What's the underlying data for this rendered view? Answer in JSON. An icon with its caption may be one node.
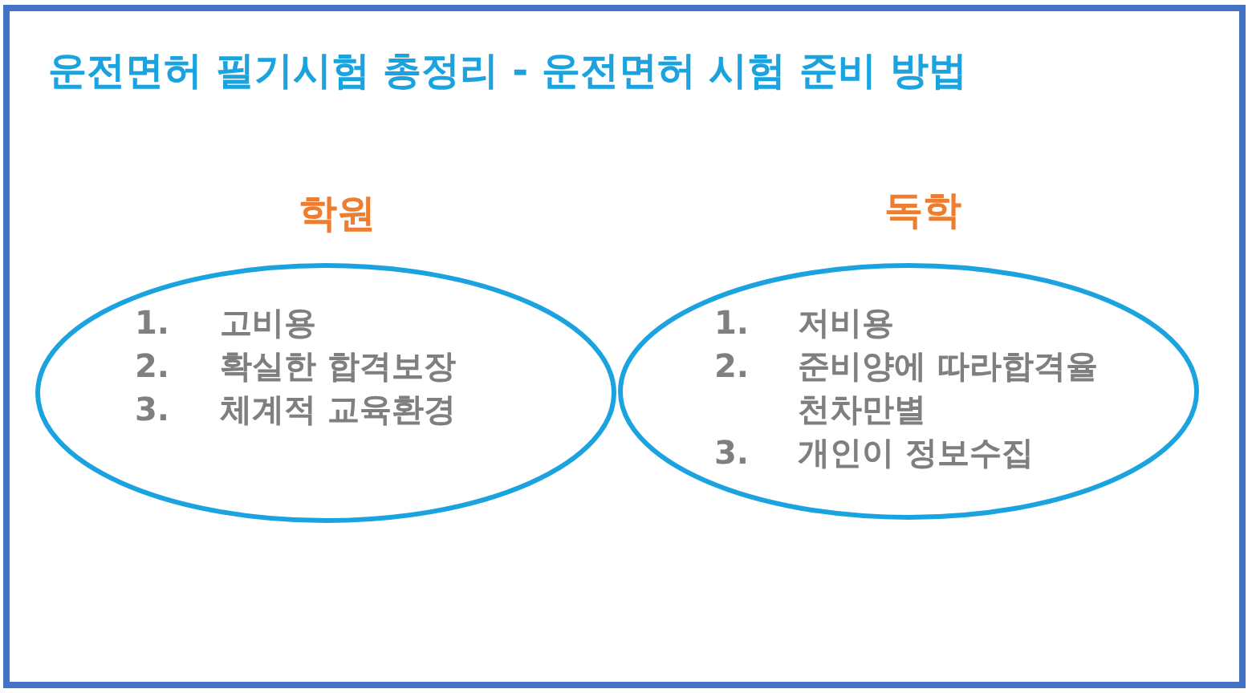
{
  "diagram": {
    "title": "운전면허 필기시험 총정리 - 운전면허 시험 준비 방법",
    "nodes": [
      {
        "text": [
          "학원",
          "1. 고비용",
          "2. 확실한 합격보장",
          "3. 체계적 교육환경"
        ]
      },
      {
        "text": [
          "독학",
          "1. 저비용",
          "2. 준비양에 따라합격율 천차만별",
          "3. 개인이 정보수집"
        ]
      }
    ]
  }
}
